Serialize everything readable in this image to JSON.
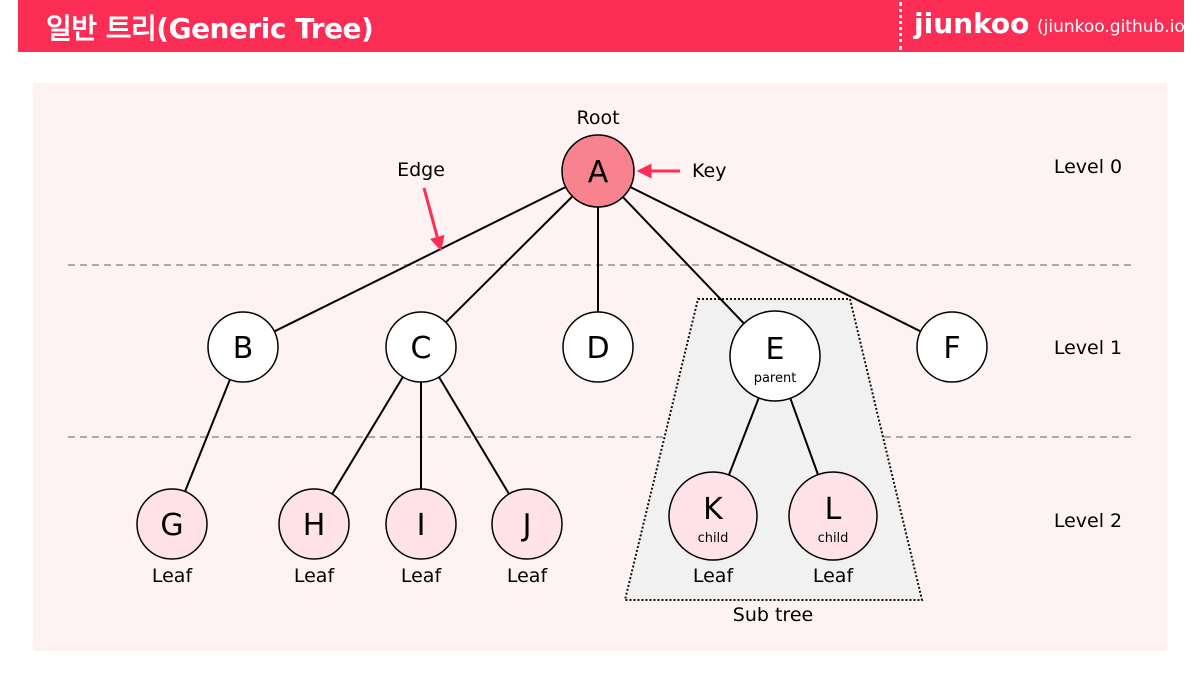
{
  "header": {
    "title": "일반 트리(Generic Tree)",
    "brand": "jiunkoo",
    "brand_sub": "(jiunkoo.github.io)"
  },
  "colors": {
    "header_bg": "#fb2d55",
    "panel_bg": "#fff2f3",
    "root_fill": "#f7838f",
    "leaf_fill": "#ffe3e8",
    "arrow": "#ff2d55",
    "subtree_fill": "#f1f1f1"
  },
  "labels": {
    "root": "Root",
    "edge": "Edge",
    "key": "Key",
    "sub_tree": "Sub tree",
    "levels": [
      "Level 0",
      "Level 1",
      "Level 2"
    ],
    "leaf": "Leaf"
  },
  "nodes": [
    {
      "id": "A",
      "label": "A",
      "level": 0,
      "type": "root"
    },
    {
      "id": "B",
      "label": "B",
      "level": 1,
      "type": "internal"
    },
    {
      "id": "C",
      "label": "C",
      "level": 1,
      "type": "internal"
    },
    {
      "id": "D",
      "label": "D",
      "level": 1,
      "type": "internal"
    },
    {
      "id": "E",
      "label": "E",
      "level": 1,
      "type": "internal",
      "sub": "parent"
    },
    {
      "id": "F",
      "label": "F",
      "level": 1,
      "type": "internal"
    },
    {
      "id": "G",
      "label": "G",
      "level": 2,
      "type": "leaf",
      "caption": "Leaf"
    },
    {
      "id": "H",
      "label": "H",
      "level": 2,
      "type": "leaf",
      "caption": "Leaf"
    },
    {
      "id": "I",
      "label": "I",
      "level": 2,
      "type": "leaf",
      "caption": "Leaf"
    },
    {
      "id": "J",
      "label": "J",
      "level": 2,
      "type": "leaf",
      "caption": "Leaf"
    },
    {
      "id": "K",
      "label": "K",
      "level": 2,
      "type": "leaf",
      "sub": "child",
      "caption": "Leaf"
    },
    {
      "id": "L",
      "label": "L",
      "level": 2,
      "type": "leaf",
      "sub": "child",
      "caption": "Leaf"
    }
  ],
  "edges": [
    [
      "A",
      "B"
    ],
    [
      "A",
      "C"
    ],
    [
      "A",
      "D"
    ],
    [
      "A",
      "E"
    ],
    [
      "A",
      "F"
    ],
    [
      "B",
      "G"
    ],
    [
      "C",
      "H"
    ],
    [
      "C",
      "I"
    ],
    [
      "C",
      "J"
    ],
    [
      "E",
      "K"
    ],
    [
      "E",
      "L"
    ]
  ]
}
